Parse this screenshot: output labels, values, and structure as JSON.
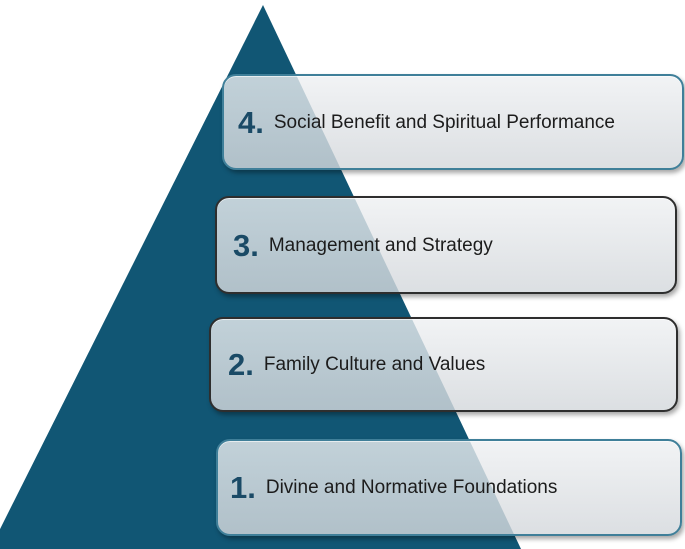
{
  "colors": {
    "pyramid": "#115674",
    "box_border_accent": "#3f7f99",
    "box_border_dark": "#2e2e2e",
    "number": "#1a4a66",
    "text": "#1c1c1c"
  },
  "levels": [
    {
      "number": "4.",
      "label": "Social Benefit and Spiritual Performance"
    },
    {
      "number": "3.",
      "label": "Management and Strategy"
    },
    {
      "number": "2.",
      "label": "Family Culture and Values"
    },
    {
      "number": "1.",
      "label": "Divine and Normative Foundations"
    }
  ]
}
